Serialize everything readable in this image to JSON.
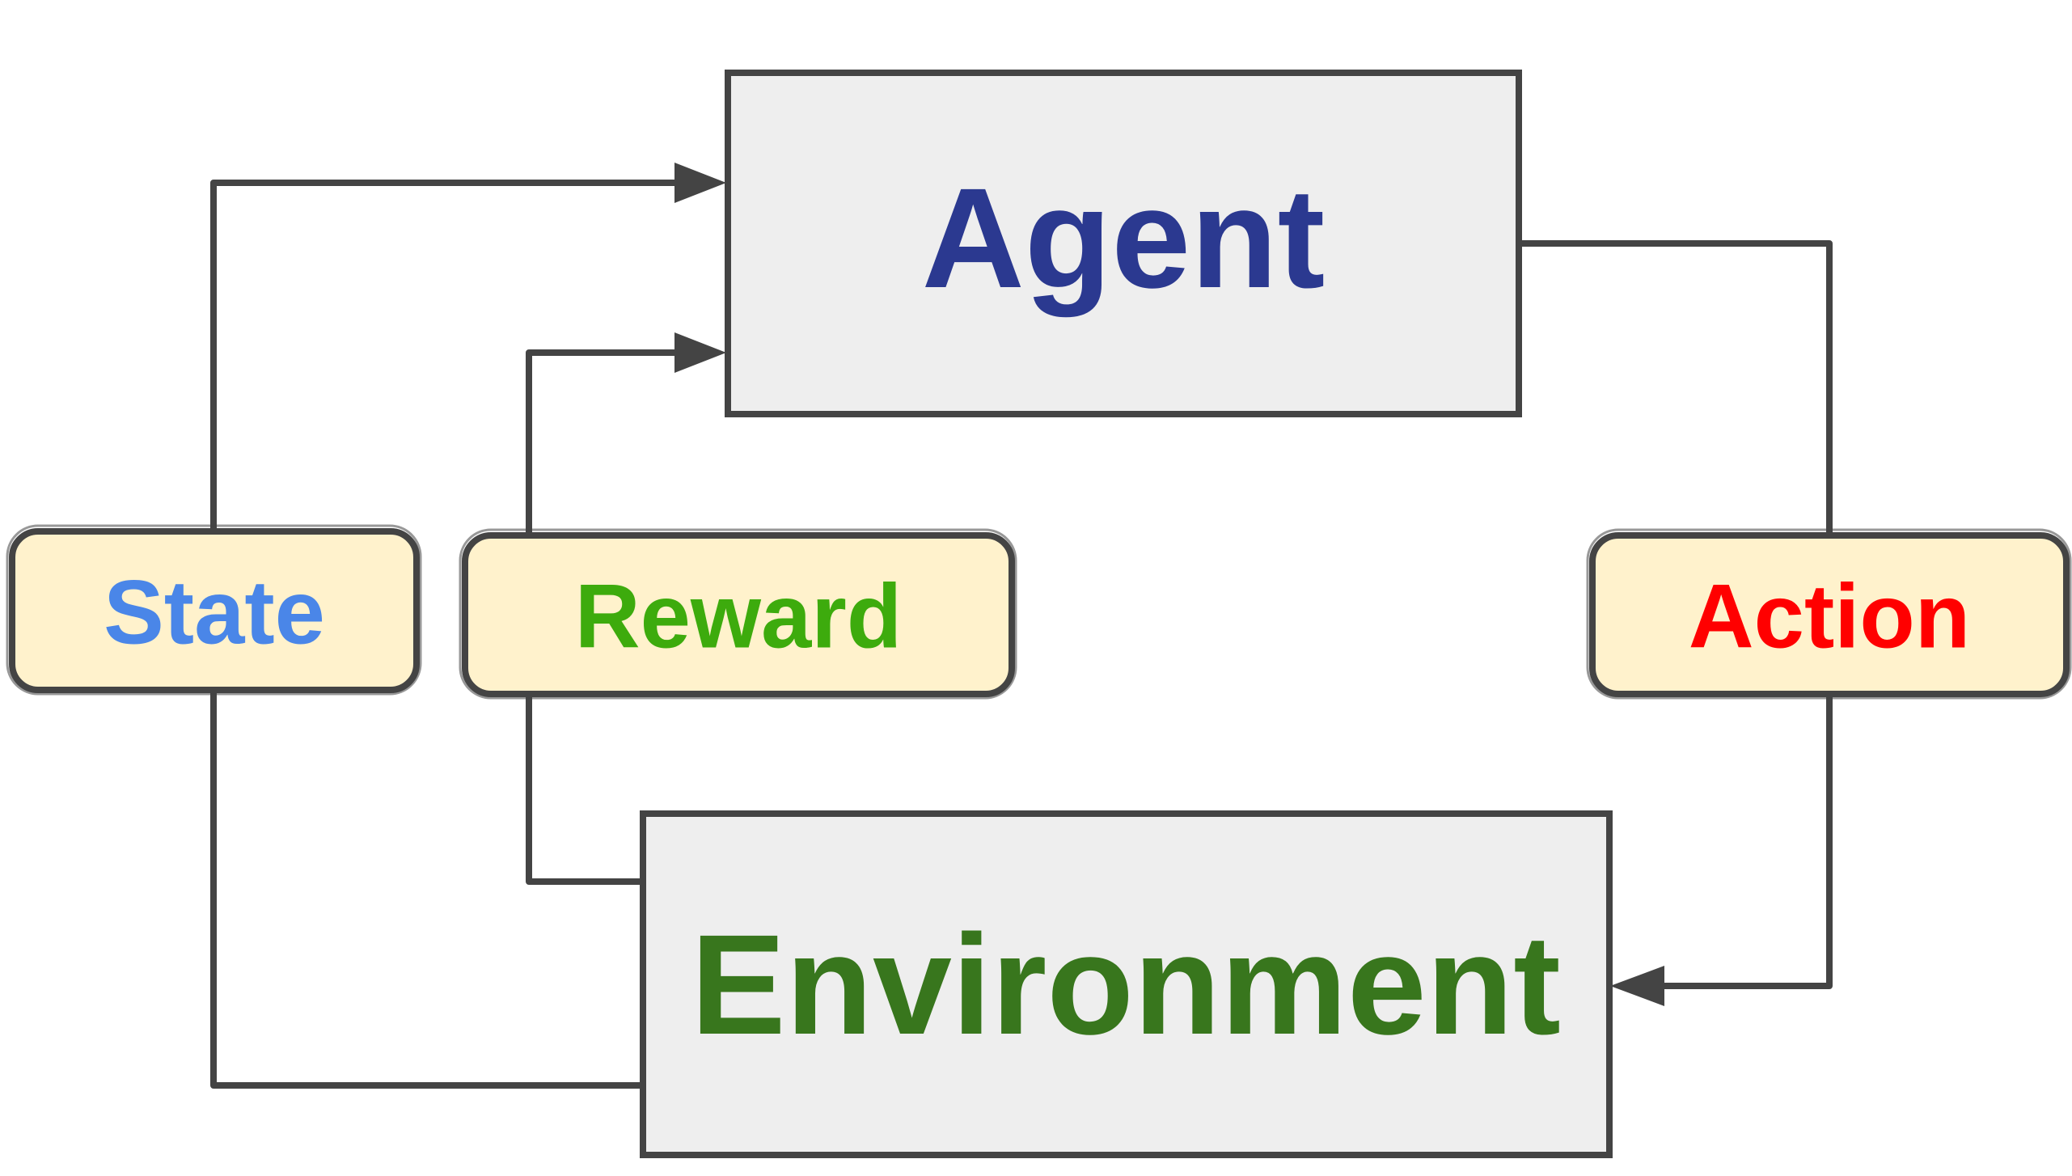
{
  "nodes": {
    "agent": {
      "label": "Agent",
      "color": "#2b3990"
    },
    "environment": {
      "label": "Environment",
      "color": "#38761d"
    }
  },
  "signals": {
    "state": {
      "label": "State",
      "color": "#4a86e8"
    },
    "reward": {
      "label": "Reward",
      "color": "#3dab0d"
    },
    "action": {
      "label": "Action",
      "color": "#ff0000"
    }
  },
  "colors": {
    "box_fill": "#eeeeee",
    "pill_fill": "#fff2cc",
    "stroke": "#444444"
  }
}
